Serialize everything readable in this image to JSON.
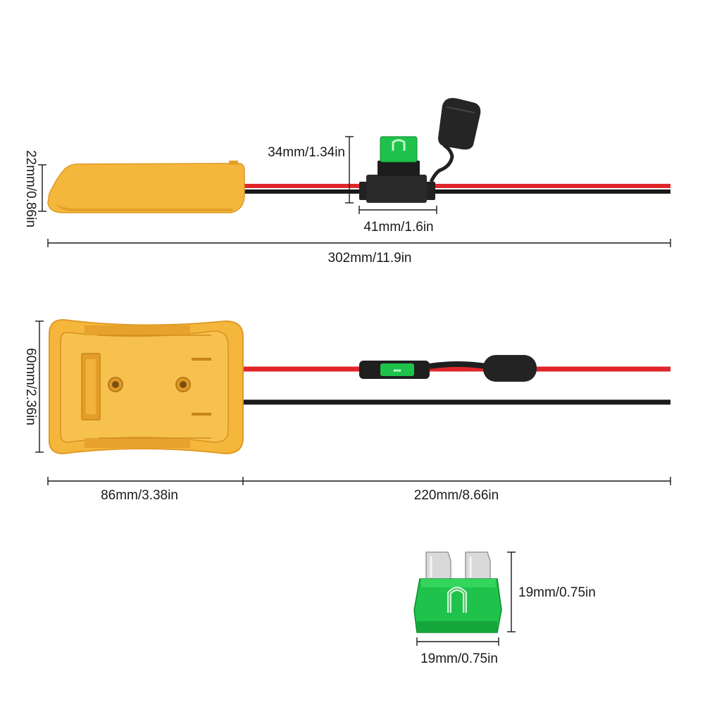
{
  "dimensions": {
    "side_height": "22mm/0.86in",
    "fuse_holder_height": "34mm/1.34in",
    "fuse_holder_length": "41mm/1.6in",
    "total_length": "302mm/11.9in",
    "adapter_width": "60mm/2.36in",
    "adapter_length": "86mm/3.38in",
    "cable_length": "220mm/8.66in",
    "fuse_height": "19mm/0.75in",
    "fuse_width": "19mm/0.75in"
  },
  "colors": {
    "housing": "#F5B73B",
    "housing_dark": "#E3A02A",
    "red_wire": "#E0262B",
    "black_wire": "#1A1A1A",
    "fuse_green": "#1FC24A",
    "fuse_holder": "#222222"
  }
}
